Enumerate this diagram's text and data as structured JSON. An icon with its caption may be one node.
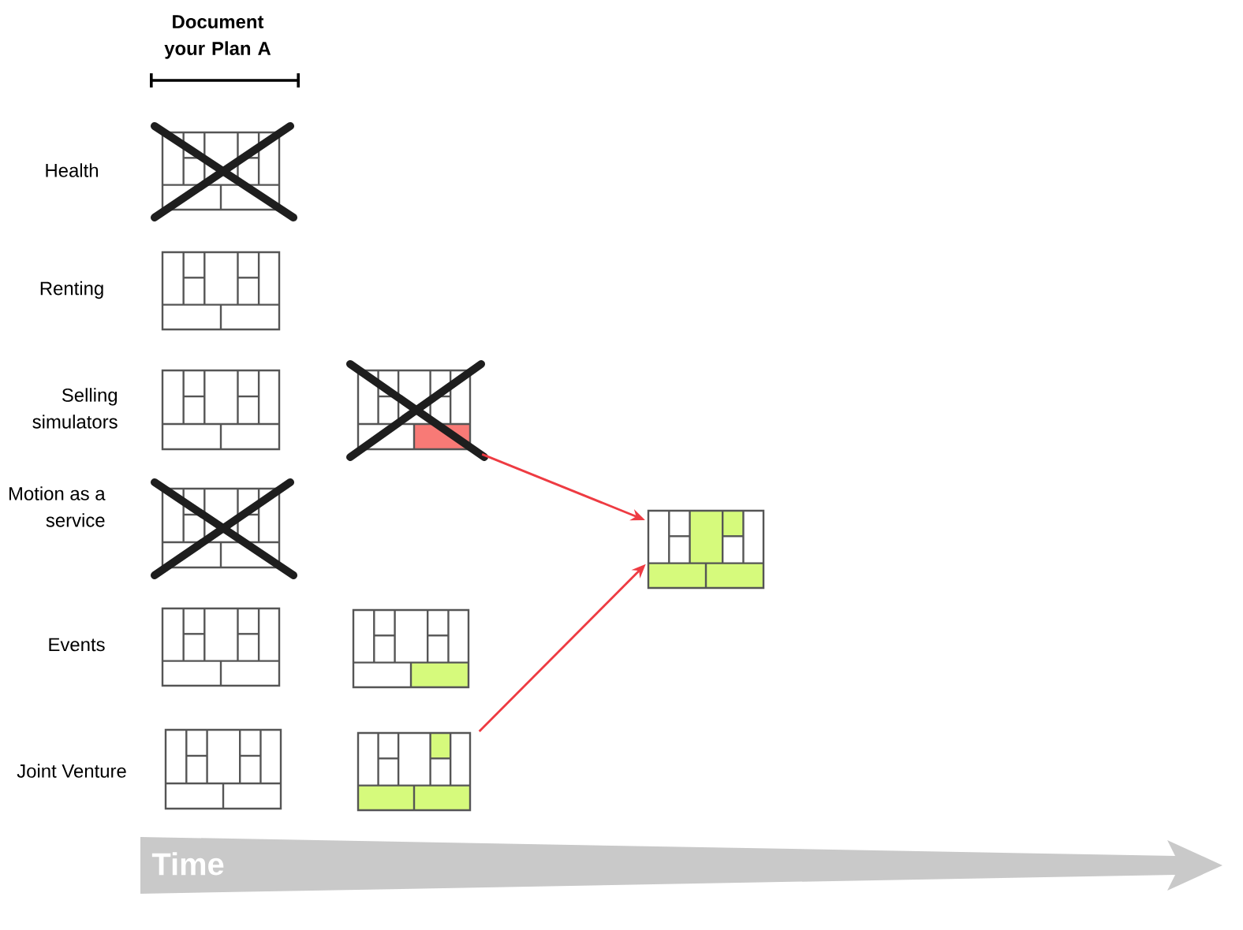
{
  "diagram": {
    "nodes": [
      {
        "text": [],
        "shape": "grid"
      },
      {
        "text": [],
        "shape": "grid"
      },
      {
        "text": [],
        "shape": "grid"
      },
      {
        "text": [],
        "shape": "grid"
      },
      {
        "text": [],
        "shape": "grid"
      },
      {
        "text": [],
        "shape": "grid"
      },
      {
        "text": [],
        "shape": "grid"
      },
      {
        "text": [],
        "shape": "grid"
      },
      {
        "text": [],
        "shape": "grid"
      },
      {
        "text": [],
        "shape": "grid"
      }
    ],
    "edges": [
      {
        "from": 6,
        "to": 9,
        "arrow": "to"
      },
      {
        "from": 8,
        "to": 9,
        "arrow": "to"
      }
    ],
    "labels": [
      "Document your Plan A",
      "Health",
      "Renting",
      "Selling simulators",
      "Motion as a service",
      "Events",
      "Joint Venture",
      "Time"
    ]
  }
}
